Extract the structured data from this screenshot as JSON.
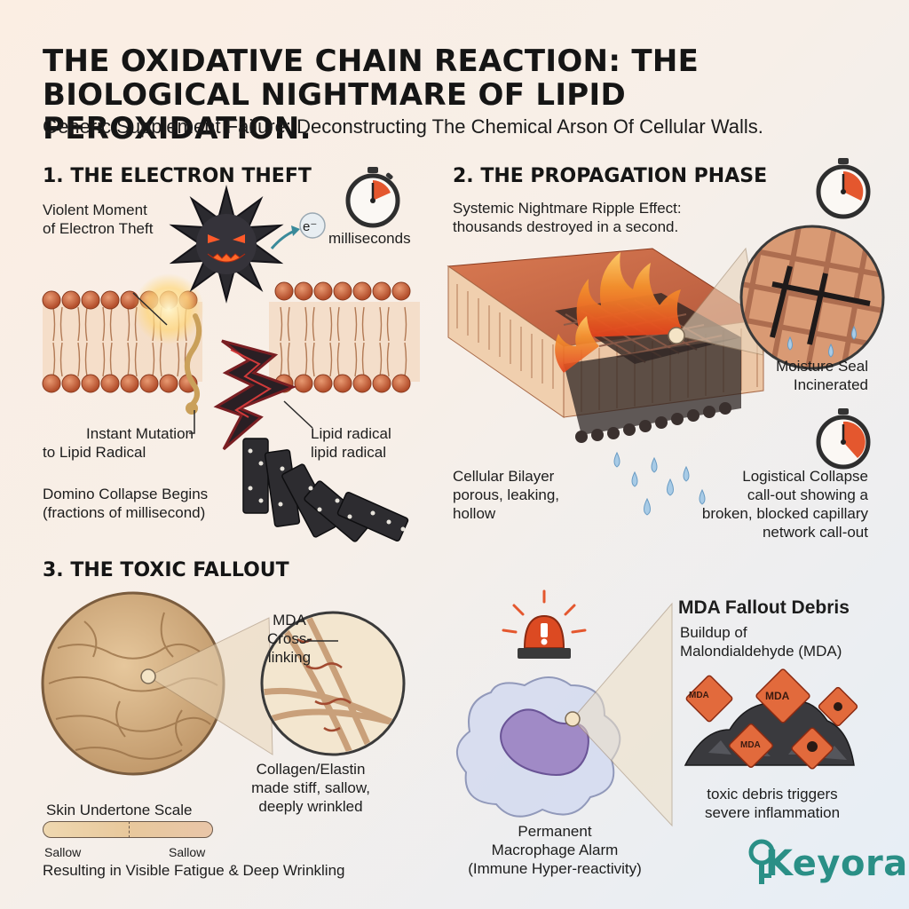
{
  "title": "THE OXIDATIVE CHAIN REACTION: THE BIOLOGICAL NIGHTMARE OF LIPID PEROXIDATION.",
  "subtitle": "Generic Supplement Failure: Deconstructing The Chemical Arson Of Cellular Walls.",
  "section1": {
    "heading": "1. THE ELECTRON THEFT",
    "label_theft_line1": "Violent Moment",
    "label_theft_line2": "of Electron Theft",
    "electron": "e⁻",
    "timer_label": "milliseconds",
    "label_mutation_line1": "Instant Mutation",
    "label_mutation_line2": "to Lipid Radical",
    "label_radical_line1": "Lipid radical",
    "label_radical_line2": "lipid radical",
    "label_domino_line1": "Domino Collapse Begins",
    "label_domino_line2": "(fractions of millisecond)"
  },
  "section2": {
    "heading": "2. THE PROPAGATION PHASE",
    "desc_line1": "Systemic Nightmare Ripple Effect:",
    "desc_line2": "thousands destroyed in a second.",
    "label_moisture_line1": "Moisture Seal",
    "label_moisture_line2": "Incinerated",
    "label_bilayer_line1": "Cellular Bilayer",
    "label_bilayer_line2": "porous, leaking,",
    "label_bilayer_line3": "hollow",
    "label_logistic_line1": "Logistical Collapse",
    "label_logistic_line2": "call-out showing a",
    "label_logistic_line3": "broken, blocked capillary",
    "label_logistic_line4": "network call-out"
  },
  "section3": {
    "heading": "3. THE TOXIC FALLOUT",
    "mda_callout_line1": "MDA",
    "mda_callout_line2": "Cross-",
    "mda_callout_line3": "linking",
    "collagen_line1": "Collagen/Elastin",
    "collagen_line2": "made stiff, sallow,",
    "collagen_line3": "deeply wrinkled",
    "scale_title": "Skin Undertone Scale",
    "scale_left": "Sallow",
    "scale_right": "Sallow",
    "result_text": "Resulting in Visible Fatigue & Deep Wrinkling",
    "macrophage_line1": "Permanent",
    "macrophage_line2": "Macrophage Alarm",
    "macrophage_line3": "(Immune Hyper-reactivity)",
    "debris_heading": "MDA Fallout Debris",
    "debris_line1": "Buildup of",
    "debris_line2": "Malondialdehyde (MDA)",
    "debris_tag": "MDA",
    "toxic_line1": "toxic debris triggers",
    "toxic_line2": "severe inflammation"
  },
  "brand": {
    "logo": "Keyora"
  },
  "colors": {
    "lipid_head": "#c8623a",
    "radical": "#2c2a2e",
    "fire": "#f0782a",
    "warning": "#d9552d",
    "teal": "#2a8f86"
  }
}
